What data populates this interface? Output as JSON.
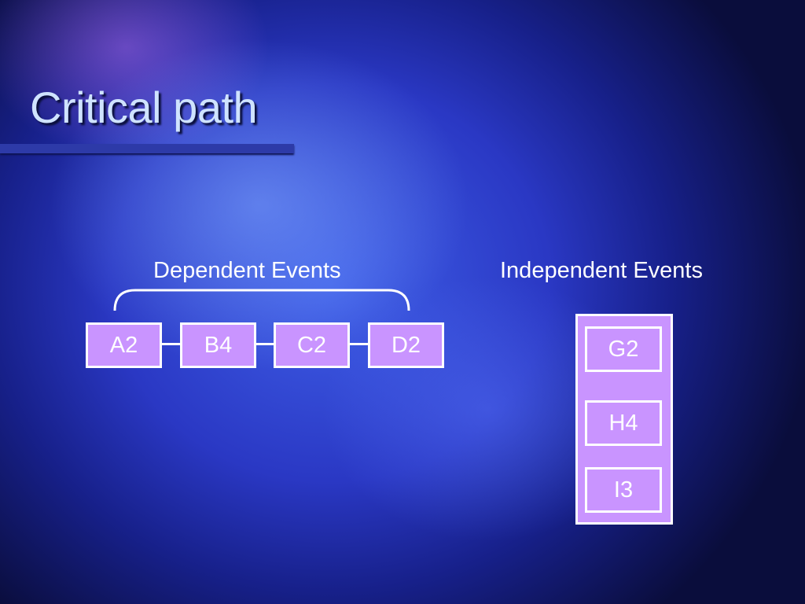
{
  "slide": {
    "title": "Critical path"
  },
  "dependent": {
    "label": "Dependent Events",
    "nodes": [
      "A2",
      "B4",
      "C2",
      "D2"
    ]
  },
  "independent": {
    "label": "Independent Events",
    "nodes": [
      "G2",
      "H4",
      "I3"
    ]
  },
  "colors": {
    "node_fill": "#c994ff",
    "node_border": "#ffffff",
    "title_text": "#cfe3ff",
    "underline": "#2d3aa8"
  }
}
